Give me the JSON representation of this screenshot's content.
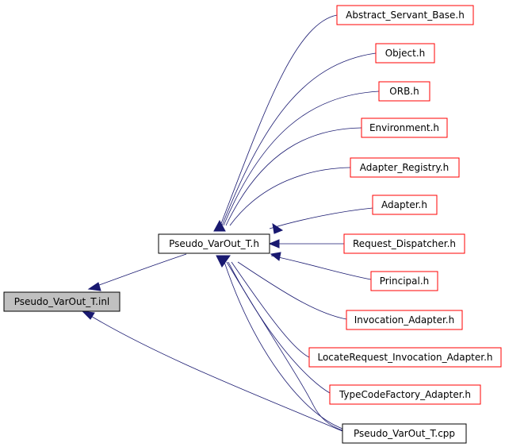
{
  "colors": {
    "edge": "#191970",
    "box_default": "#000000",
    "box_external": "#ff0000",
    "box_focus_fill": "#c0c0c0"
  },
  "nodes": {
    "inl": "Pseudo_VarOut_T.inl",
    "header": "Pseudo_VarOut_T.h",
    "cpp": "Pseudo_VarOut_T.cpp",
    "abstract_servant_base": "Abstract_Servant_Base.h",
    "object": "Object.h",
    "orb": "ORB.h",
    "environment": "Environment.h",
    "adapter_registry": "Adapter_Registry.h",
    "adapter": "Adapter.h",
    "request_dispatcher": "Request_Dispatcher.h",
    "principal": "Principal.h",
    "invocation_adapter": "Invocation_Adapter.h",
    "locate_request_invocation_adapter": "LocateRequest_Invocation_Adapter.h",
    "typecode_factory_adapter": "TypeCodeFactory_Adapter.h"
  }
}
